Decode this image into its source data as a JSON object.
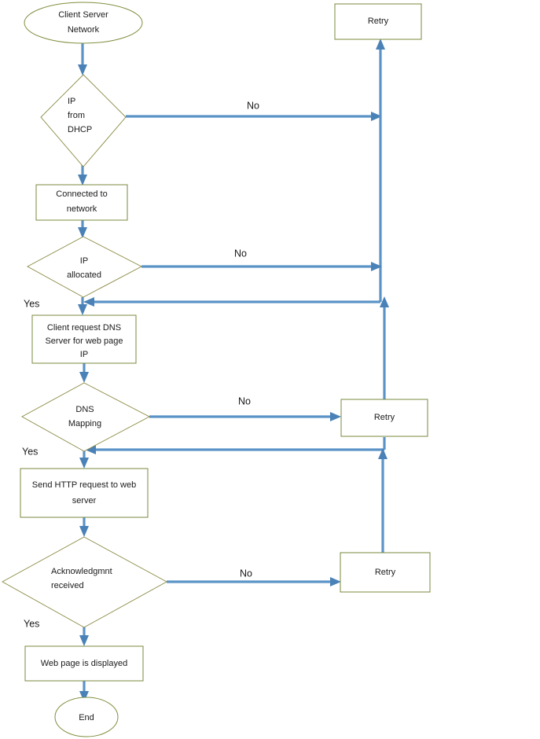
{
  "diagram": {
    "title": "Client Server Network flowchart",
    "type": "flowchart",
    "colors": {
      "node_stroke": "#7b8a3e",
      "node_fill": "#ffffff",
      "connector": "#5b93c7",
      "text": "#1a1a1a",
      "background": "#ffffff"
    },
    "nodes": [
      {
        "id": "start",
        "shape": "ellipse",
        "lines": [
          "Client Server",
          "Network"
        ]
      },
      {
        "id": "dec-dhcp",
        "shape": "diamond",
        "lines": [
          "IP",
          "from",
          "DHCP"
        ]
      },
      {
        "id": "retry-1",
        "shape": "rectangle",
        "lines": [
          "Retry"
        ]
      },
      {
        "id": "connected",
        "shape": "rectangle",
        "lines": [
          "Connected to",
          "network"
        ]
      },
      {
        "id": "dec-alloc",
        "shape": "diamond",
        "lines": [
          "IP",
          "allocated"
        ]
      },
      {
        "id": "dns-request",
        "shape": "rectangle",
        "lines": [
          "Client request DNS",
          "Server for web page",
          "IP"
        ]
      },
      {
        "id": "dec-dns",
        "shape": "diamond",
        "lines": [
          "DNS",
          "Mapping"
        ]
      },
      {
        "id": "retry-2",
        "shape": "rectangle",
        "lines": [
          "Retry"
        ]
      },
      {
        "id": "http-request",
        "shape": "rectangle",
        "lines": [
          "Send HTTP request to web",
          "server"
        ]
      },
      {
        "id": "dec-ack",
        "shape": "diamond",
        "lines": [
          "Acknowledgmnt",
          "received"
        ]
      },
      {
        "id": "retry-3",
        "shape": "rectangle",
        "lines": [
          "Retry"
        ]
      },
      {
        "id": "webpage",
        "shape": "rectangle",
        "lines": [
          "Web page is displayed"
        ]
      },
      {
        "id": "end",
        "shape": "ellipse",
        "lines": [
          "End"
        ]
      }
    ],
    "labels": {
      "start_l1": "Client Server",
      "start_l2": "Network",
      "dec_dhcp_l1": "IP",
      "dec_dhcp_l2": "from",
      "dec_dhcp_l3": "DHCP",
      "retry_1": "Retry",
      "connected_l1": "Connected to",
      "connected_l2": "network",
      "dec_alloc_l1": "IP",
      "dec_alloc_l2": "allocated",
      "dns_request_l1": "Client request DNS",
      "dns_request_l2": "Server for web page",
      "dns_request_l3": "IP",
      "dec_dns_l1": "DNS",
      "dec_dns_l2": "Mapping",
      "retry_2": "Retry",
      "http_request_l1": "Send HTTP request to web",
      "http_request_l2": "server",
      "dec_ack_l1": "Acknowledgmnt",
      "dec_ack_l2": "received",
      "retry_3": "Retry",
      "webpage_l1": "Web page is displayed",
      "end_l1": "End"
    },
    "edge_labels": {
      "no_dhcp": "No",
      "no_alloc": "No",
      "yes_alloc": "Yes",
      "no_dns": "No",
      "yes_dns": "Yes",
      "no_ack": "No",
      "yes_ack": "Yes"
    }
  }
}
